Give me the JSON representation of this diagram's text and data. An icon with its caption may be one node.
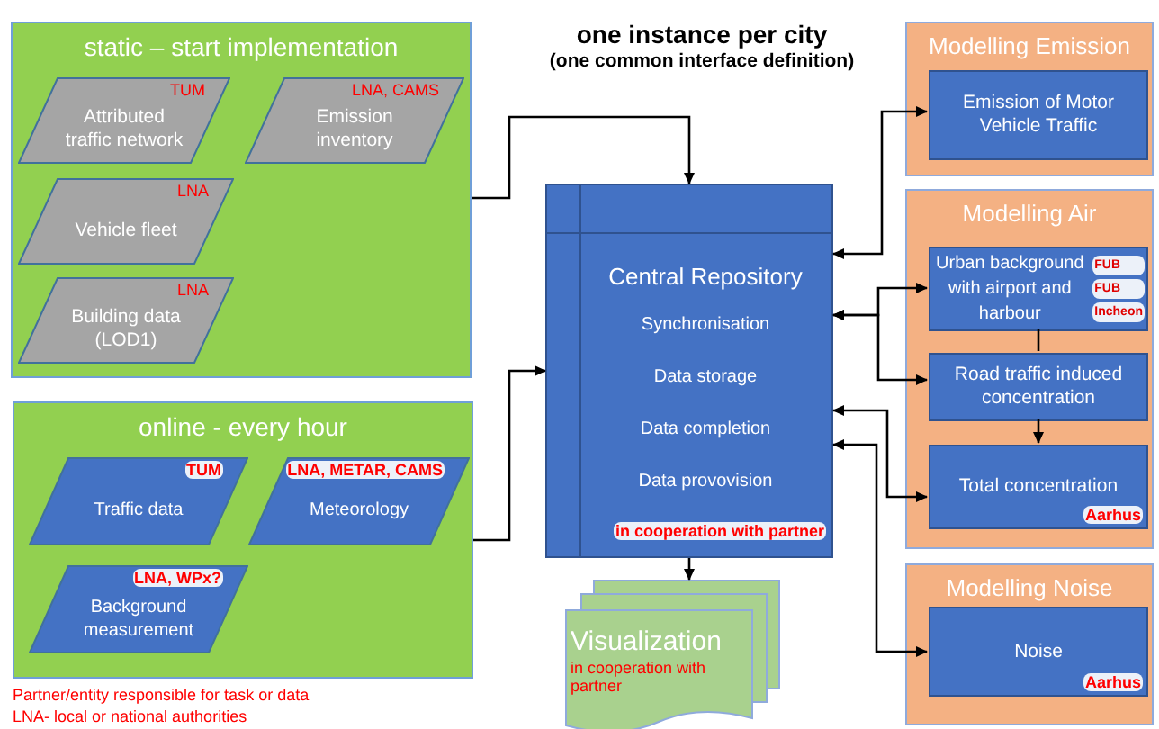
{
  "diagram": {
    "title": "one instance per city",
    "nodes": [
      {
        "text": [
          "static – start implementation"
        ]
      },
      {
        "text": [
          "TUM",
          "Attributed traffic network"
        ],
        "in": 0
      },
      {
        "text": [
          "LNA, CAMS",
          "Emission inventory"
        ],
        "in": 0
      },
      {
        "text": [
          "LNA",
          "Vehicle fleet"
        ],
        "in": 0
      },
      {
        "text": [
          "LNA",
          "Building data (LOD1)"
        ],
        "in": 0
      },
      {
        "text": [
          "online - every hour"
        ]
      },
      {
        "text": [
          "TUM",
          "Traffic data"
        ],
        "in": 5
      },
      {
        "text": [
          "LNA, METAR, CAMS",
          "Meteorology"
        ],
        "in": 5
      },
      {
        "text": [
          "LNA, WPx?",
          "Background measurement"
        ],
        "in": 5
      },
      {
        "text": [
          "Central Repository",
          "Synchronisation",
          "Data storage",
          "Data completion",
          "Data provovision",
          "in cooperation with partner"
        ]
      },
      {
        "text": [
          "Visualization",
          "in cooperation with partner"
        ]
      },
      {
        "text": [
          "Modelling Emission"
        ]
      },
      {
        "text": [
          "Emission of Motor Vehicle Traffic"
        ],
        "in": 11
      },
      {
        "text": [
          "Modelling Air"
        ]
      },
      {
        "text": [
          "Urban background with airport and harbour",
          "FUB",
          "FUB",
          "Incheon"
        ],
        "in": 13
      },
      {
        "text": [
          "Road traffic induced concentration"
        ],
        "in": 13
      },
      {
        "text": [
          "Total concentration",
          "Aarhus"
        ],
        "in": 13
      },
      {
        "text": [
          "Modelling Noise"
        ]
      },
      {
        "text": [
          "Noise",
          "Aarhus"
        ],
        "in": 17
      }
    ],
    "edges": [
      {
        "from": 0,
        "to": 9,
        "arrow": "to"
      },
      {
        "from": 5,
        "to": 9,
        "arrow": "to"
      },
      {
        "from": 9,
        "to": 12,
        "arrow": "both"
      },
      {
        "from": 9,
        "to": 14,
        "arrow": "both"
      },
      {
        "from": 9,
        "to": 15,
        "arrow": "both"
      },
      {
        "from": 14,
        "to": 15,
        "arrow": "none"
      },
      {
        "from": 15,
        "to": 16,
        "arrow": "to"
      },
      {
        "from": 9,
        "to": 16,
        "arrow": "both"
      },
      {
        "from": 9,
        "to": 18,
        "arrow": "both"
      },
      {
        "from": 9,
        "to": 10,
        "arrow": "to"
      }
    ],
    "labels": [
      "(one common interface definition)",
      "Partner/entity responsible for task or data",
      "LNA- local or national authorities"
    ]
  }
}
